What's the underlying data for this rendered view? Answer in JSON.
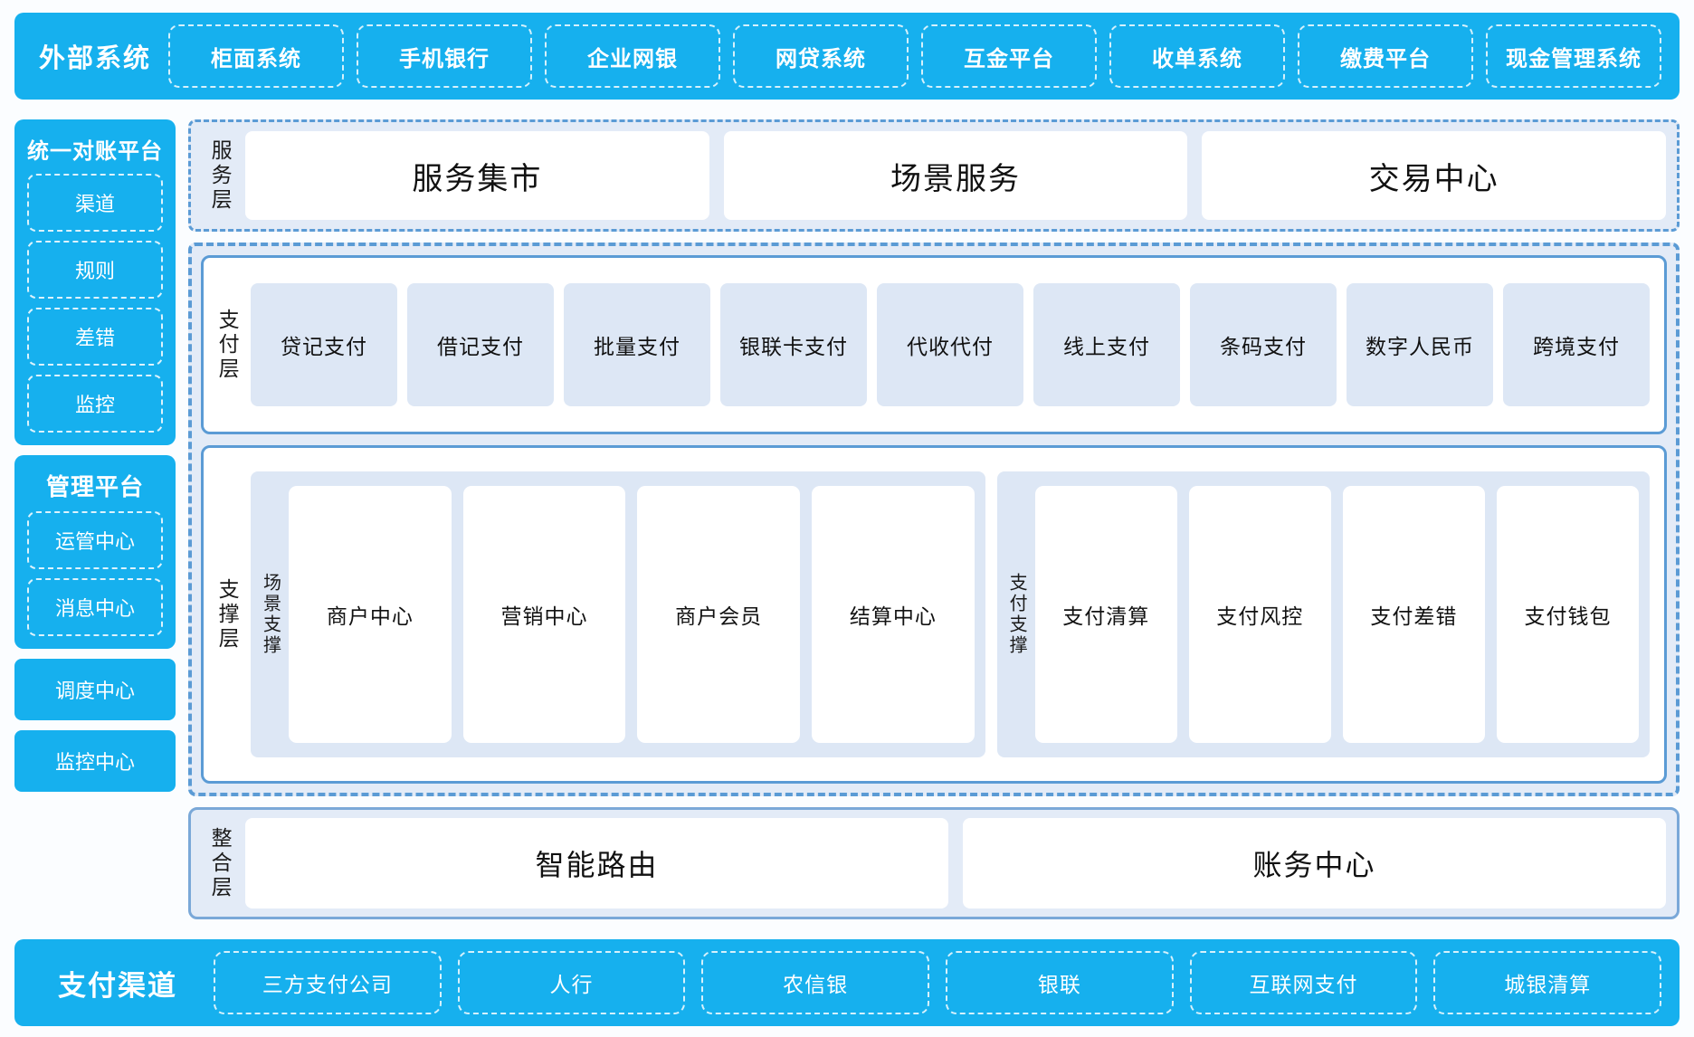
{
  "theme": {
    "cyan": "#16b0ee",
    "blue_border": "#5b9bd5",
    "panel_fill": "#e3ebf7",
    "cell_fill": "#dde7f5",
    "card_white": "#ffffff",
    "page_bg": "#fbfdff"
  },
  "external_systems": {
    "title": "外部系统",
    "items": [
      "柜面系统",
      "手机银行",
      "企业网银",
      "网贷系统",
      "互金平台",
      "收单系统",
      "缴费平台",
      "现金管理系统"
    ]
  },
  "sidebar": {
    "groups": [
      {
        "title": "统一对账平台",
        "items": [
          "渠道",
          "规则",
          "差错",
          "监控"
        ]
      },
      {
        "title": "管理平台",
        "items": [
          "运管中心",
          "消息中心"
        ]
      }
    ],
    "solo_items": [
      "调度中心",
      "监控中心"
    ]
  },
  "layers": {
    "service": {
      "label": "服务层",
      "cards": [
        "服务集市",
        "场景服务",
        "交易中心"
      ]
    },
    "payment": {
      "label": "支付层",
      "cells": [
        "贷记支付",
        "借记支付",
        "批量支付",
        "银联卡支付",
        "代收代付",
        "线上支付",
        "条码支付",
        "数字人民币",
        "跨境支付"
      ]
    },
    "support": {
      "label": "支撑层",
      "groups": [
        {
          "label": "场景支撑",
          "cards": [
            "商户中心",
            "营销中心",
            "商户会员",
            "结算中心"
          ]
        },
        {
          "label": "支付支撑",
          "cards": [
            "支付清算",
            "支付风控",
            "支付差错",
            "支付钱包"
          ]
        }
      ]
    },
    "integration": {
      "label": "整合层",
      "cards": [
        "智能路由",
        "账务中心"
      ]
    }
  },
  "payment_channels": {
    "title": "支付渠道",
    "items": [
      "三方支付公司",
      "人行",
      "农信银",
      "银联",
      "互联网支付",
      "城银清算"
    ]
  }
}
